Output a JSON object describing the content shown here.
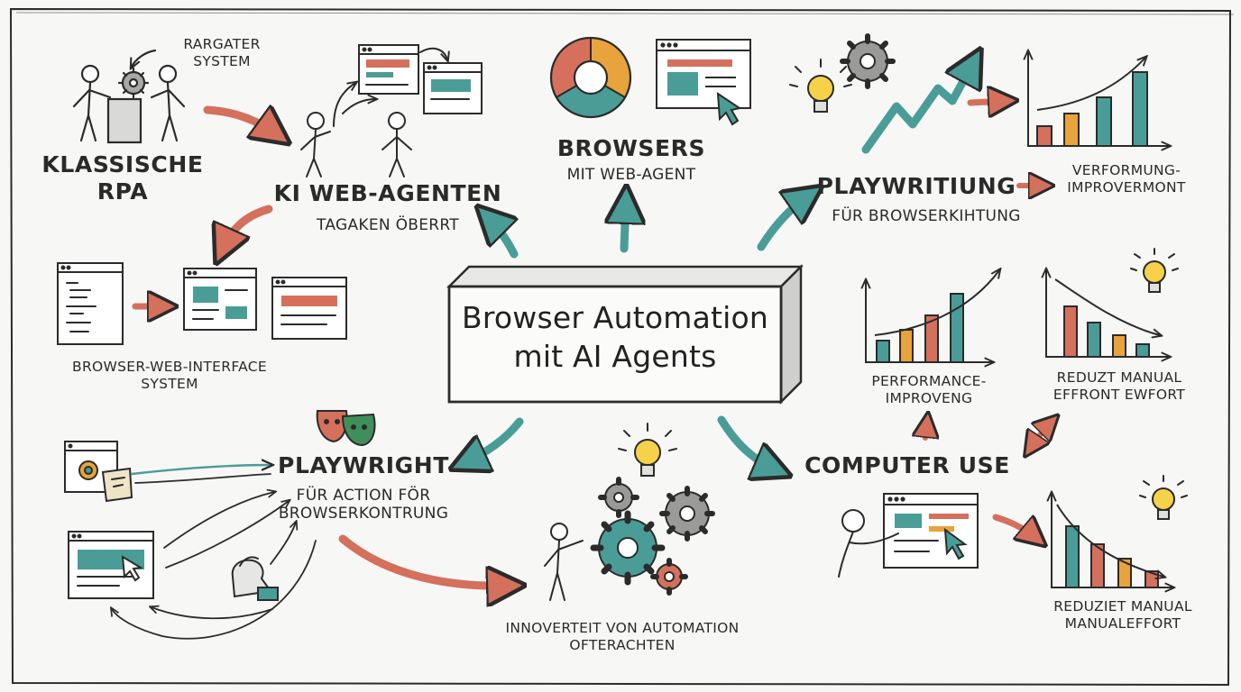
{
  "title": {
    "line1": "Browser Automation",
    "line2": "mit AI Agents"
  },
  "nodes": {
    "klassische_rpa": {
      "line1": "KLASSISCHE",
      "line2": "RPA"
    },
    "rargater": {
      "line1": "RARGATER",
      "line2": "SYSTEM"
    },
    "ki_web_agenten": {
      "title": "KI WEB-AGENTEN",
      "subtitle": "TAGAKEN ÖBERRT"
    },
    "browsers": {
      "title": "BROWSERS",
      "subtitle": "MIT WEB-AGENT"
    },
    "playwritiung": {
      "title": "PLAYWRITIUNG",
      "subtitle": "FÜR BROWSERKIHTUNG"
    },
    "verformung": {
      "line1": "VERFORMUNG-",
      "line2": "IMPROVERMONT"
    },
    "browser_web_interface": {
      "line1": "BROWSER-WEB-INTERFACE",
      "line2": "SYSTEM"
    },
    "performance": {
      "line1": "PERFORMANCE-",
      "line2": "IMPROVENG"
    },
    "reduzt": {
      "line1": "REDUZT MANUAL",
      "line2": "EFFRONT EWFORT"
    },
    "playwright": {
      "title": "PLAYWRIGHT",
      "line1": "FÜR ACTION FÖR",
      "line2": "BROWSERKONTRUNG"
    },
    "computer_use": {
      "title": "COMPUTER USE"
    },
    "innoverteit": {
      "line1": "INNOVERTEIT VON AUTOMATION",
      "line2": "OFTERACHTEN"
    },
    "reduziet": {
      "line1": "REDUZIET MANUAL",
      "line2": "MANUALEFFORT"
    }
  },
  "colors": {
    "ink": "#2b2b2b",
    "teal": "#4a9d96",
    "red": "#d4705c",
    "orange": "#e8a33c",
    "yellow": "#f6d24a",
    "paper": "#f7f7f5",
    "gray": "#8a8a8a"
  },
  "icons": [
    "people-gear-icon",
    "browser-window-icon",
    "chrome-logo-icon",
    "cursor-icon",
    "lightbulb-icon",
    "gear-icon",
    "trend-line-icon",
    "bar-chart-icon",
    "theater-masks-icon",
    "person-icon",
    "gears-cluster-icon",
    "hand-icon"
  ]
}
